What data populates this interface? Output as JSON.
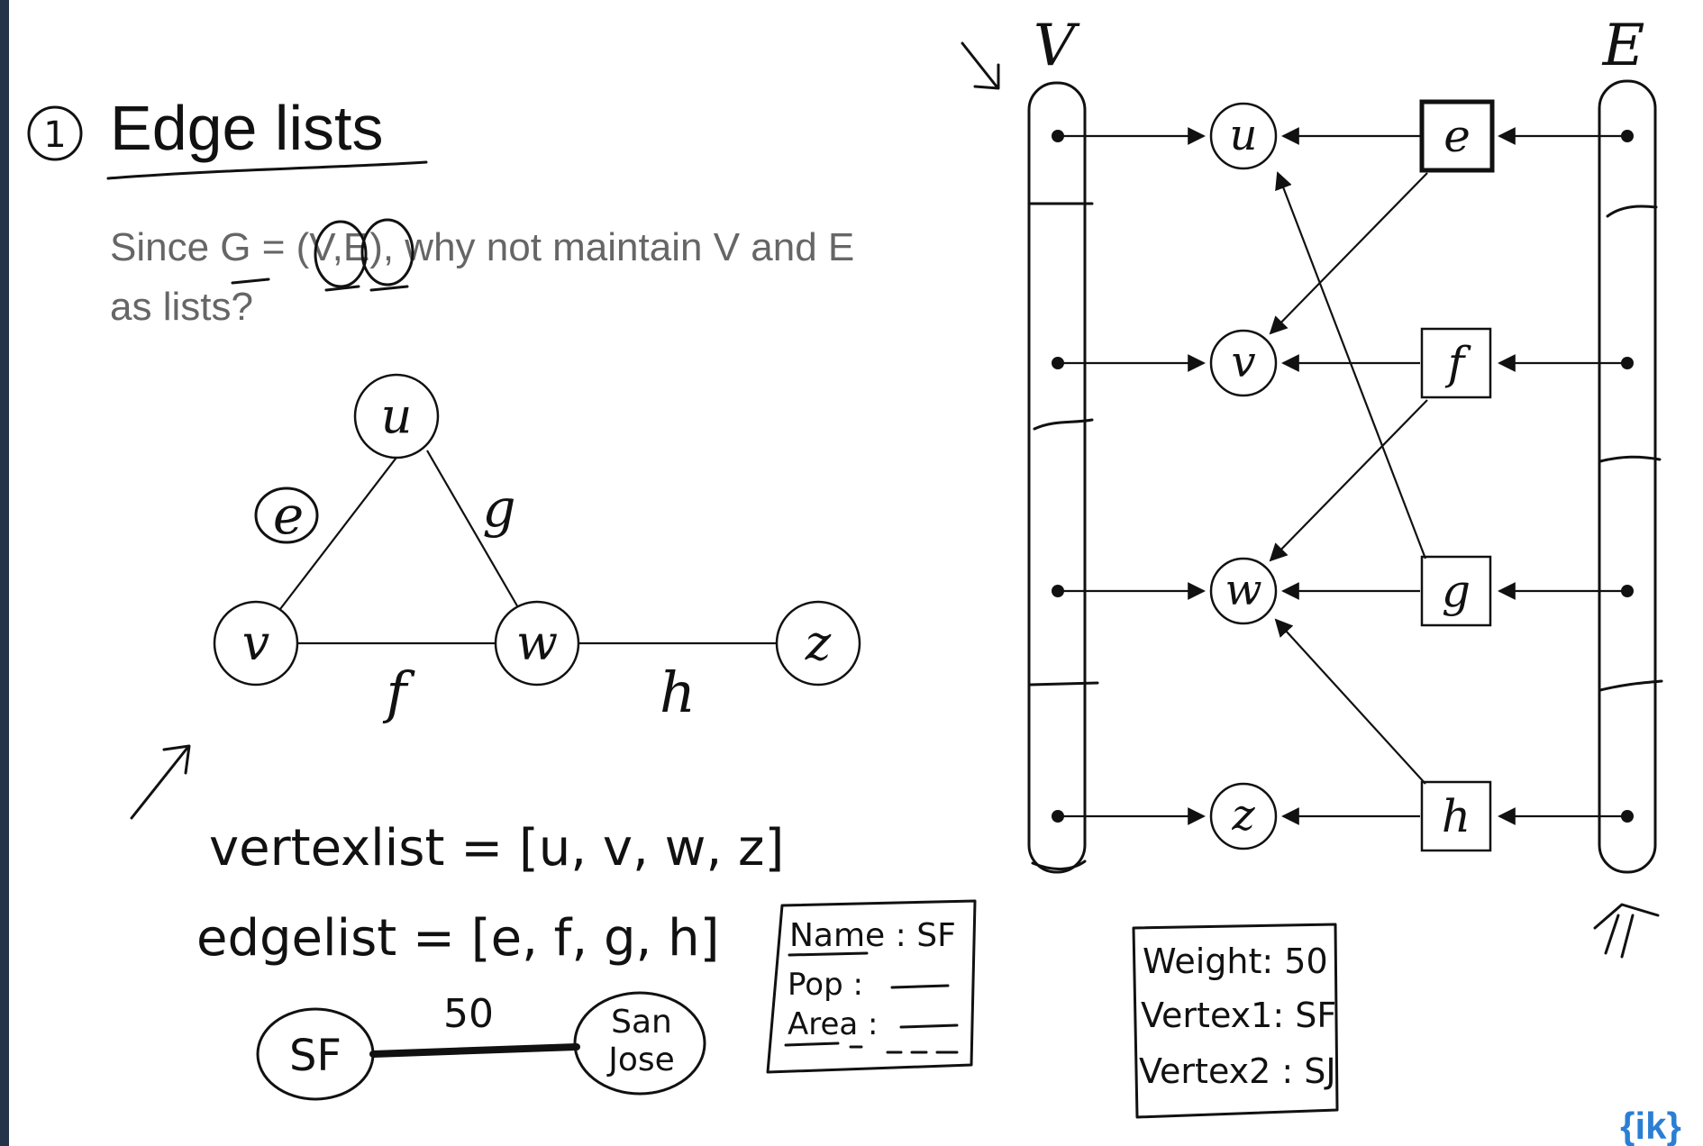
{
  "slide": {
    "section_number": "1",
    "title": "Edge lists",
    "body_line1": "Since G = (V,E), why not maintain V and E",
    "body_line2": "as lists?"
  },
  "graph": {
    "vertices": [
      "u",
      "v",
      "w",
      "z"
    ],
    "edges": [
      {
        "label": "e",
        "from": "u",
        "to": "v"
      },
      {
        "label": "g",
        "from": "u",
        "to": "w"
      },
      {
        "label": "f",
        "from": "v",
        "to": "w"
      },
      {
        "label": "h",
        "from": "w",
        "to": "z"
      }
    ]
  },
  "lists": {
    "vertexlist": "vertexlist = [u, v, w, z]",
    "edgelist": "edgelist = [e, f, g, h]"
  },
  "example": {
    "node_a": "SF",
    "node_b_line1": "San",
    "node_b_line2": "Jose",
    "weight": "50",
    "vertex_record": {
      "name": "Name : SF",
      "pop": "Pop :",
      "area": "Area :"
    },
    "edge_record": {
      "weight": "Weight: 50",
      "vertex1": "Vertex1: SF",
      "vertex2": "Vertex2 : SJ"
    }
  },
  "structure": {
    "v_header": "V",
    "e_header": "E",
    "vertex_nodes": [
      "u",
      "v",
      "w",
      "z"
    ],
    "edge_boxes": [
      "e",
      "f",
      "g",
      "h"
    ]
  },
  "logo": "{ik}",
  "colors": {
    "sidebar": "#24324a",
    "ink": "#111111",
    "grey_text": "#666666",
    "logo": "#2a7fd4"
  }
}
